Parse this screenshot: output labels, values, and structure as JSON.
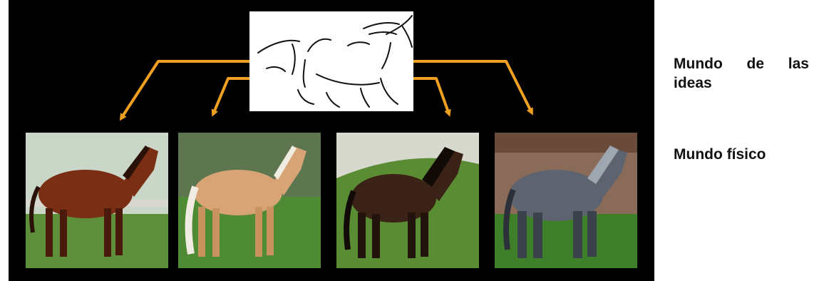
{
  "labels": {
    "ideas_word1": "Mundo",
    "ideas_word2": "de",
    "ideas_word3": "las",
    "ideas_line2": "ideas",
    "physical": "Mundo físico"
  },
  "colors": {
    "background": "#000000",
    "arrow": "#f0a020",
    "sketch_bg": "#ffffff",
    "sketch_line": "#111111"
  },
  "images": [
    {
      "name": "idea-horse-sketch",
      "description_icon": "line-drawing-horse-icon"
    },
    {
      "name": "horse-photo-bay",
      "coat": "#7a2e14",
      "mane": "#2a1208",
      "ground": "#5e8f3a",
      "sky": "#c9d6c8"
    },
    {
      "name": "horse-photo-palomino",
      "coat": "#d8a476",
      "mane": "#f1ece2",
      "ground": "#4f8a34",
      "sky": "#5d7650"
    },
    {
      "name": "horse-photo-dark-bay",
      "coat": "#3a2216",
      "mane": "#120a06",
      "ground": "#5a8c34",
      "sky": "#d7d9cf"
    },
    {
      "name": "horse-photo-grey",
      "coat": "#5d6470",
      "mane": "#9ea6b0",
      "ground": "#3e7f2a",
      "sky": "#8a6a58"
    }
  ]
}
